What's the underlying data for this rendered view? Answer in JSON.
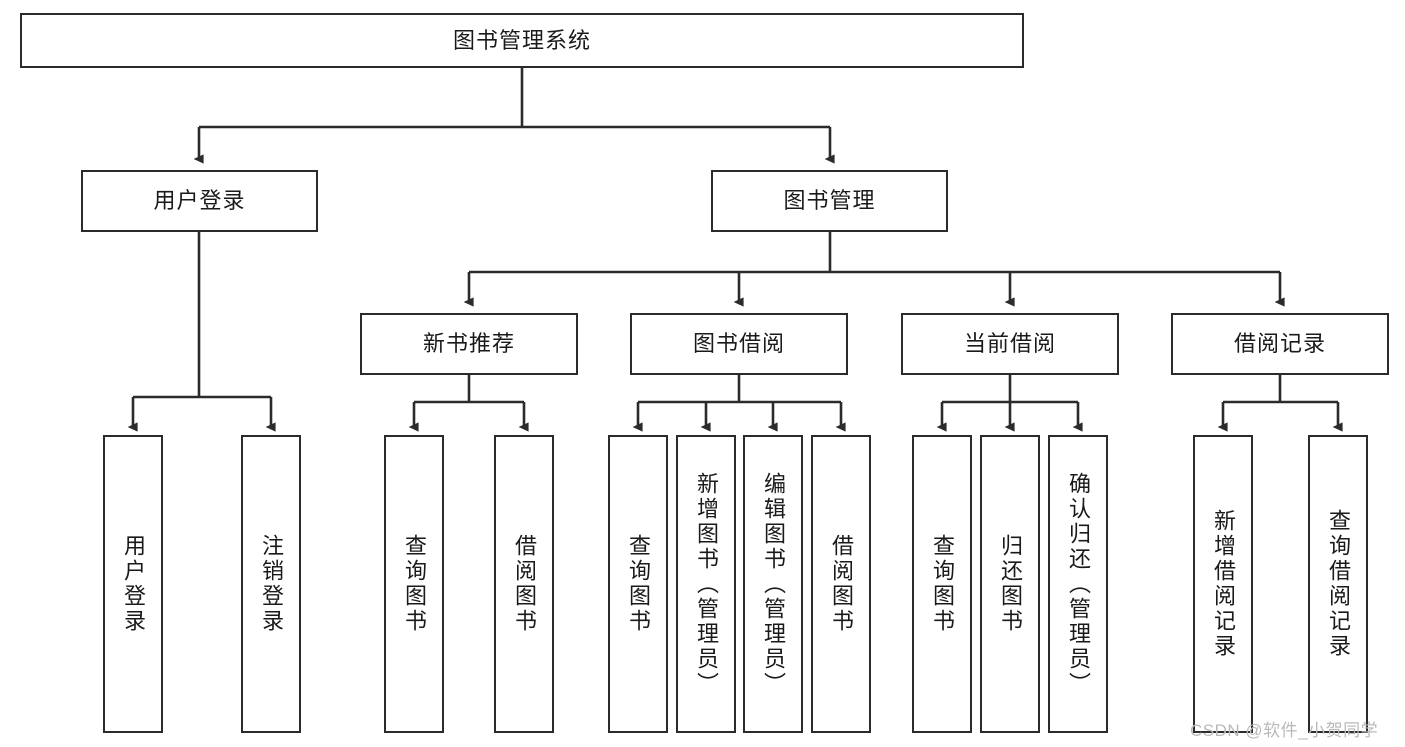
{
  "diagram": {
    "title": "图书管理系统",
    "type": "tree-hierarchy-diagram",
    "colors": {
      "box_border": "#2b2b2b",
      "box_fill": "#ffffff",
      "edge": "#2b2b2b",
      "text": "#1a1a1a",
      "watermark": "#b9b9b9",
      "background": "#ffffff"
    },
    "levels": {
      "root": {
        "label": "图书管理系统"
      },
      "level2": [
        {
          "label": "用户登录"
        },
        {
          "label": "图书管理"
        }
      ],
      "level3": [
        {
          "label": "新书推荐"
        },
        {
          "label": "图书借阅"
        },
        {
          "label": "当前借阅"
        },
        {
          "label": "借阅记录"
        }
      ],
      "leaves": {
        "user_login": [
          {
            "label": "用户登录"
          },
          {
            "label": "注销登录"
          }
        ],
        "new_book_recommend": [
          {
            "label": "查询图书"
          },
          {
            "label": "借阅图书"
          }
        ],
        "book_borrow": [
          {
            "label": "查询图书"
          },
          {
            "label": "新增图书（管理员）"
          },
          {
            "label": "编辑图书（管理员）"
          },
          {
            "label": "借阅图书"
          }
        ],
        "current_borrow": [
          {
            "label": "查询图书"
          },
          {
            "label": "归还图书"
          },
          {
            "label": "确认归还（管理员）"
          }
        ],
        "borrow_record": [
          {
            "label": "新增借阅记录"
          },
          {
            "label": "查询借阅记录"
          }
        ]
      }
    },
    "watermark": "CSDN @软件_小贺同学"
  }
}
